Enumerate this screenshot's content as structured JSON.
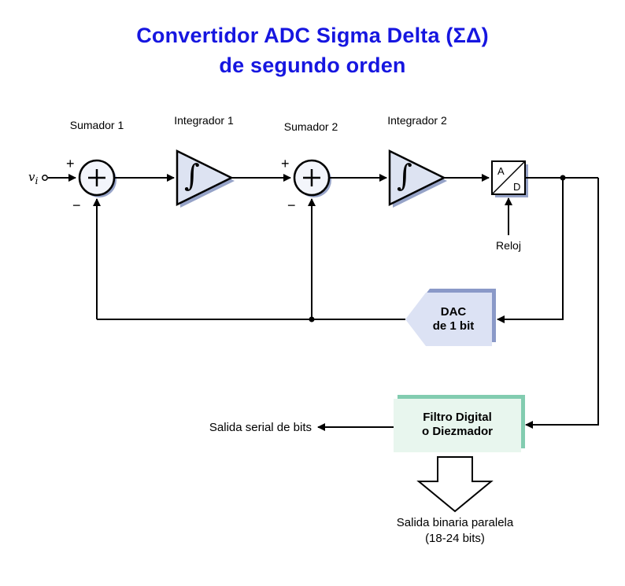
{
  "title": {
    "line1": "Convertidor ADC Sigma Delta (ΣΔ)",
    "line2": "de segundo orden"
  },
  "labels": {
    "sumador1": "Sumador 1",
    "integrador1": "Integrador 1",
    "sumador2": "Sumador 2",
    "integrador2": "Integrador 2",
    "input_v": "v",
    "input_sub": "i",
    "plus": "+",
    "minus": "−",
    "integral": "∫",
    "adc_a": "A",
    "adc_d": "D",
    "reloj": "Reloj",
    "dac_line1": "DAC",
    "dac_line2": "de 1 bit",
    "filtro_line1": "Filtro Digital",
    "filtro_line2": "o Diezmador",
    "salida_serial": "Salida serial de bits",
    "salida_paralela_line1": "Salida binaria paralela",
    "salida_paralela_line2": "(18-24 bits)"
  },
  "colors": {
    "accent": "#1616e0",
    "blockfill": "#dde3f2",
    "blockshadow": "#96a3c8",
    "sumfill": "#f3f5fb",
    "dacfill": "#dce2f4",
    "dacshadow": "#8a99c8",
    "filterfill": "#e8f6ee",
    "filtershadow": "#82ccb0",
    "ink": "#000000"
  }
}
